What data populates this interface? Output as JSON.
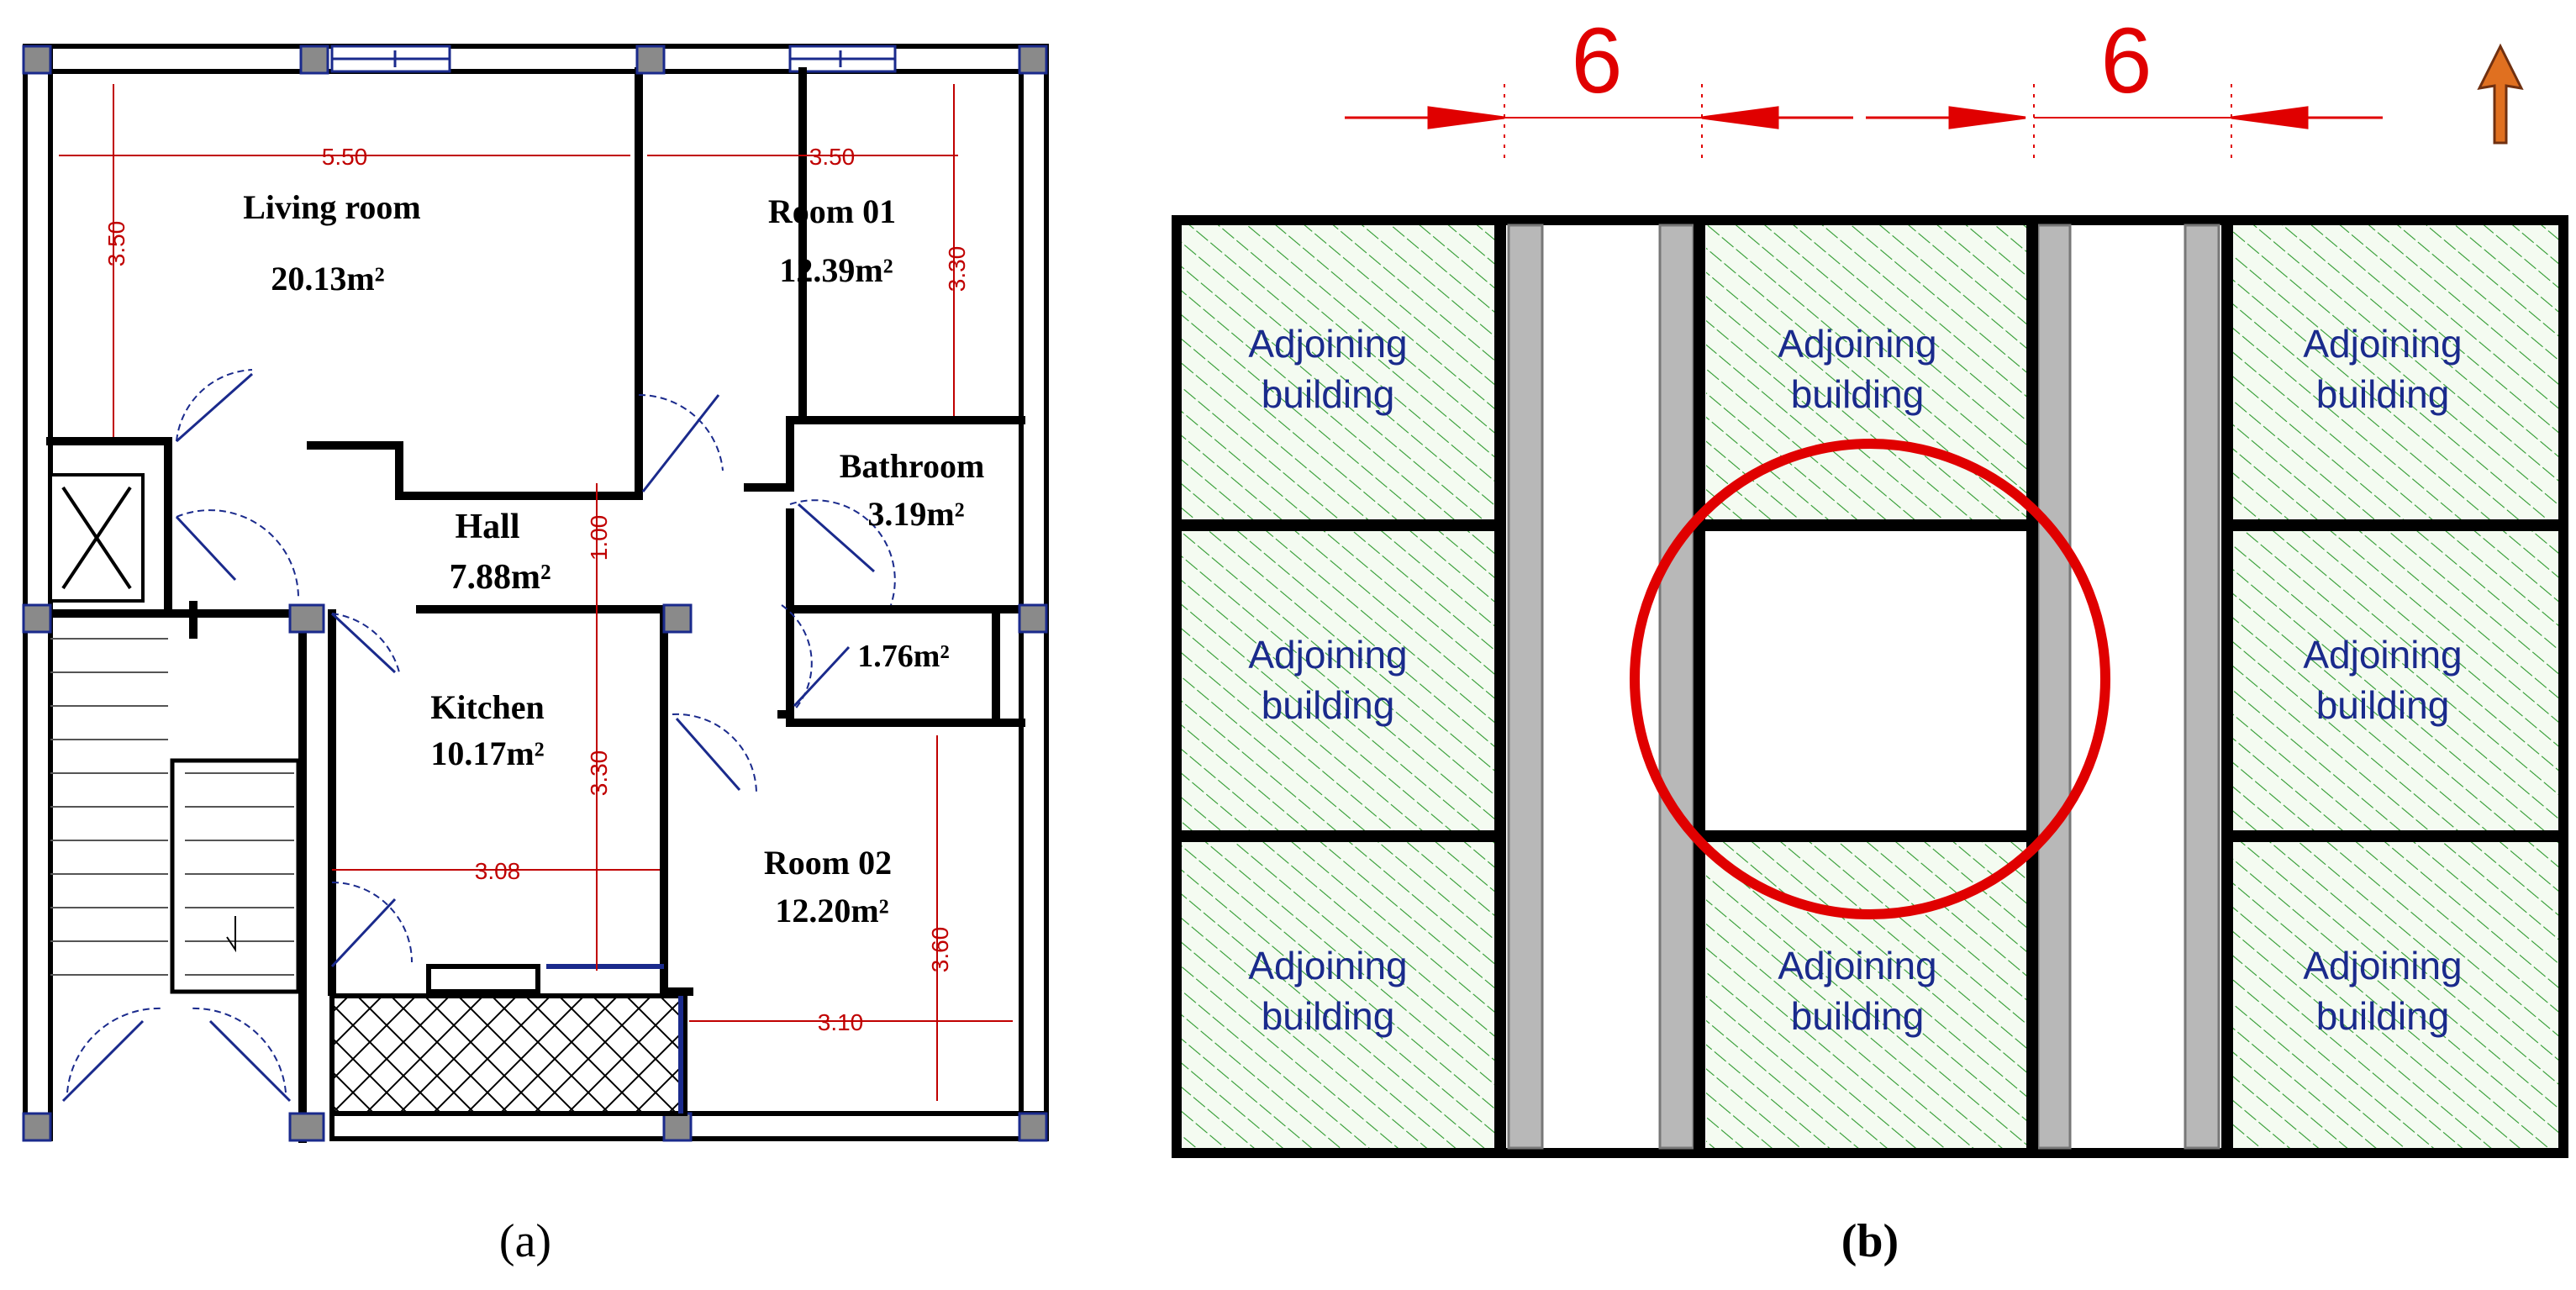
{
  "panel_a": {
    "caption": "(a)",
    "rooms": {
      "living": {
        "name": "Living room",
        "area": "20.13m²"
      },
      "room01": {
        "name": "Room 01",
        "area": "12.39m²"
      },
      "bathroom": {
        "name": "Bathroom",
        "area": "3.19m²"
      },
      "hall": {
        "name": "Hall",
        "area": "7.88m²"
      },
      "storage": {
        "area": "1.76m²"
      },
      "kitchen": {
        "name": "Kitchen",
        "area": "10.17m²"
      },
      "room02": {
        "name": "Room 02",
        "area": "12.20m²"
      }
    },
    "dimensions": {
      "living_width": "5.50",
      "living_height": "3.50",
      "room01_width": "3.50",
      "room01_height": "3.30",
      "hall_height": "1.00",
      "kitchen_height": "3.30",
      "kitchen_width": "3.08",
      "room02_height": "3.60",
      "room02_width": "3.10"
    }
  },
  "panel_b": {
    "caption": "(b)",
    "street_width_left": "6",
    "street_width_right": "6",
    "building_label_line1": "Adjoining",
    "building_label_line2": "building",
    "colors": {
      "hatch": "#2e9a2e",
      "hatch_bg": "#f4fbf1",
      "circle": "#e00000",
      "arrow": "#e07020",
      "dimension": "#e00000",
      "text": "#1a2a8c"
    }
  }
}
